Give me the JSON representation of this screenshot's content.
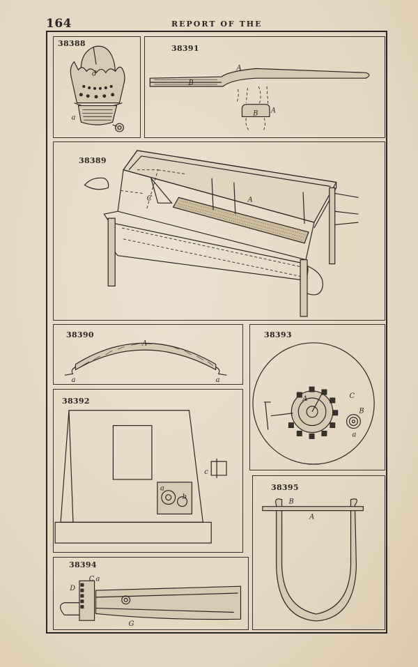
{
  "header": {
    "page_number": "164",
    "running_title": "REPORT OF THE"
  },
  "figures": [
    {
      "patent_number": "38388",
      "letters": [
        "d",
        "a"
      ]
    },
    {
      "patent_number": "38391",
      "letters": [
        "A",
        "B",
        "A",
        "B"
      ]
    },
    {
      "patent_number": "38389",
      "letters": [
        "A",
        "C"
      ]
    },
    {
      "patent_number": "38390",
      "letters": [
        "A",
        "a",
        "a"
      ]
    },
    {
      "patent_number": "38393",
      "letters": [
        "A",
        "C",
        "B",
        "a"
      ]
    },
    {
      "patent_number": "38392",
      "letters": [
        "c",
        "a",
        "b"
      ]
    },
    {
      "patent_number": "38395",
      "letters": [
        "B",
        "A"
      ]
    },
    {
      "patent_number": "38394",
      "letters": [
        "C",
        "a",
        "D",
        "G"
      ]
    }
  ]
}
